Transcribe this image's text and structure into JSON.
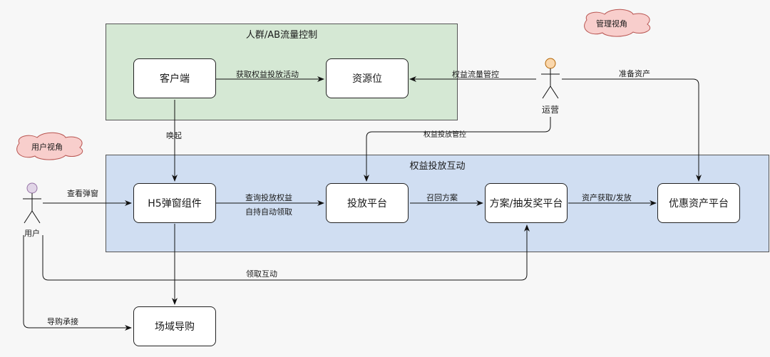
{
  "regions": {
    "green_title": "人群/AB流量控制",
    "blue_title": "权益投放互动"
  },
  "clouds": {
    "manage_view": "管理视角",
    "user_view": "用户视角"
  },
  "actors": {
    "operator": "运营",
    "user": "用户"
  },
  "nodes": {
    "client": "客户端",
    "resource": "资源位",
    "h5": "H5弹窗组件",
    "delivery": "投放平台",
    "plan": "方案/抽发奖平台",
    "coupon": "优惠资产平台",
    "venue": "场域导购"
  },
  "edges": {
    "get_activity": "获取权益投放活动",
    "rights_flow_control": "权益流量管控",
    "prepare_assets": "准备资产",
    "wake_up": "唤起",
    "rights_delivery_control": "权益投放管控",
    "view_popup": "查看弹窗",
    "query_rights": "查询投放权益",
    "auto_claim": "自持自动领取",
    "recall_plan": "召回方案",
    "asset_issue": "资产获取/发放",
    "claim_interact": "领取互动",
    "guide_accept": "导购承接"
  },
  "colors": {
    "green_region": "#d5e8d4",
    "blue_region": "#d0def2",
    "cloud": "#f8cecc",
    "operator_head": "#fad7ac",
    "user_head": "#e1d5e7"
  }
}
